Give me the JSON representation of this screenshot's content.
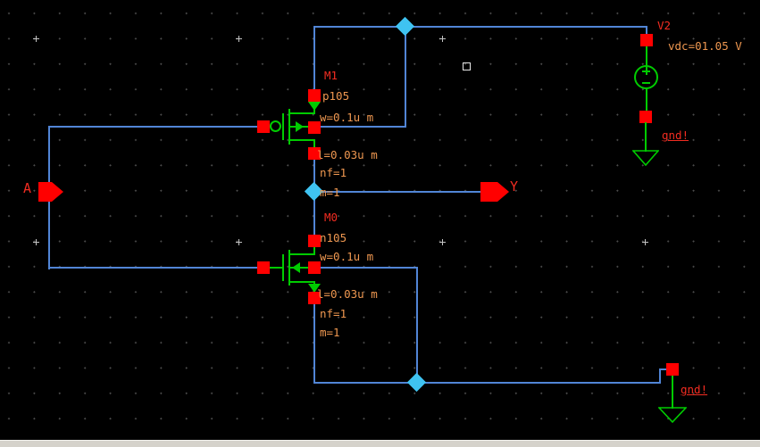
{
  "app": {
    "view": "schematic-editor-canvas"
  },
  "m1": {
    "name": "M1",
    "model": "p105",
    "w": "w=0.1u m",
    "l": "l=0.03u m",
    "nf": "nf=1",
    "m": "m=1"
  },
  "m0": {
    "name": "M0",
    "model": "n105",
    "w": "w=0.1u m",
    "l": "l=0.03u m",
    "nf": "nf=1",
    "m": "m=1"
  },
  "v2": {
    "name": "V2",
    "vdc": "vdc=01.05 V",
    "gnd_label": "gnd!"
  },
  "gnd_rail": {
    "label": "gnd!"
  },
  "ports": {
    "input": "A",
    "output": "Y"
  },
  "colors": {
    "background": "#000000",
    "wire": "#5185d6",
    "device_green": "#00cc00",
    "pin_red": "#ff0000",
    "param_text": "#ee9750",
    "id_text": "#f22c21",
    "solder_dot": "#3fc3f1",
    "grid_dot": "#4c4c4c",
    "window_border": "#d5d2cb"
  }
}
